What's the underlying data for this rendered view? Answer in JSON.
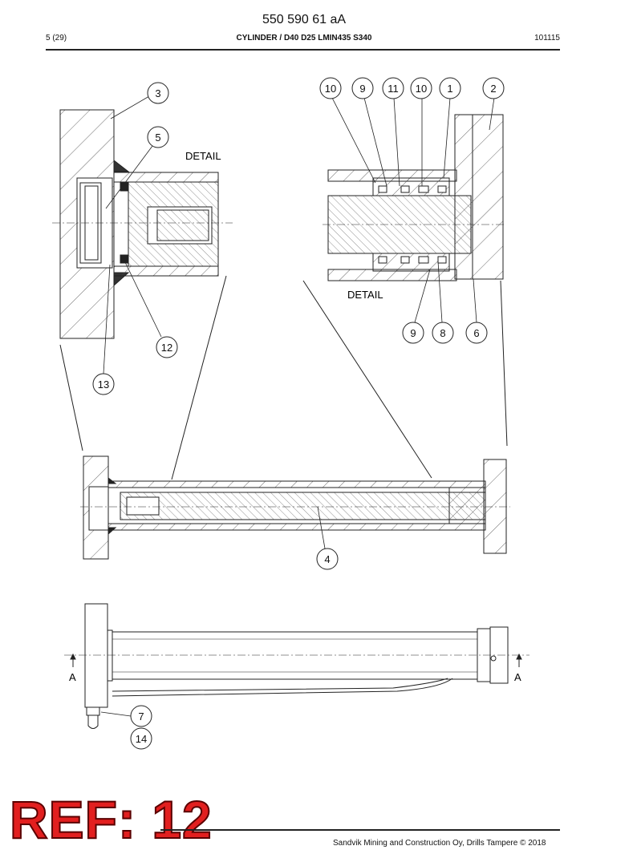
{
  "header": {
    "doc_number": "550 590 61 aA",
    "page": "5 (29)",
    "title": "CYLINDER / D40 D25 LMIN435 S340",
    "date": "101115"
  },
  "drawing": {
    "detail_label_left": "DETAIL",
    "detail_label_right": "DETAIL",
    "section_label_left": "A",
    "section_label_right": "A",
    "callouts": [
      "3",
      "5",
      "12",
      "13",
      "10",
      "9",
      "11",
      "10",
      "1",
      "2",
      "9",
      "8",
      "6",
      "4",
      "7",
      "14"
    ]
  },
  "stamp": {
    "text": "REF: 12",
    "color": "#e21f1f"
  },
  "footer": {
    "copyright": "Sandvik Mining and Construction Oy, Drills Tampere © 2018"
  }
}
